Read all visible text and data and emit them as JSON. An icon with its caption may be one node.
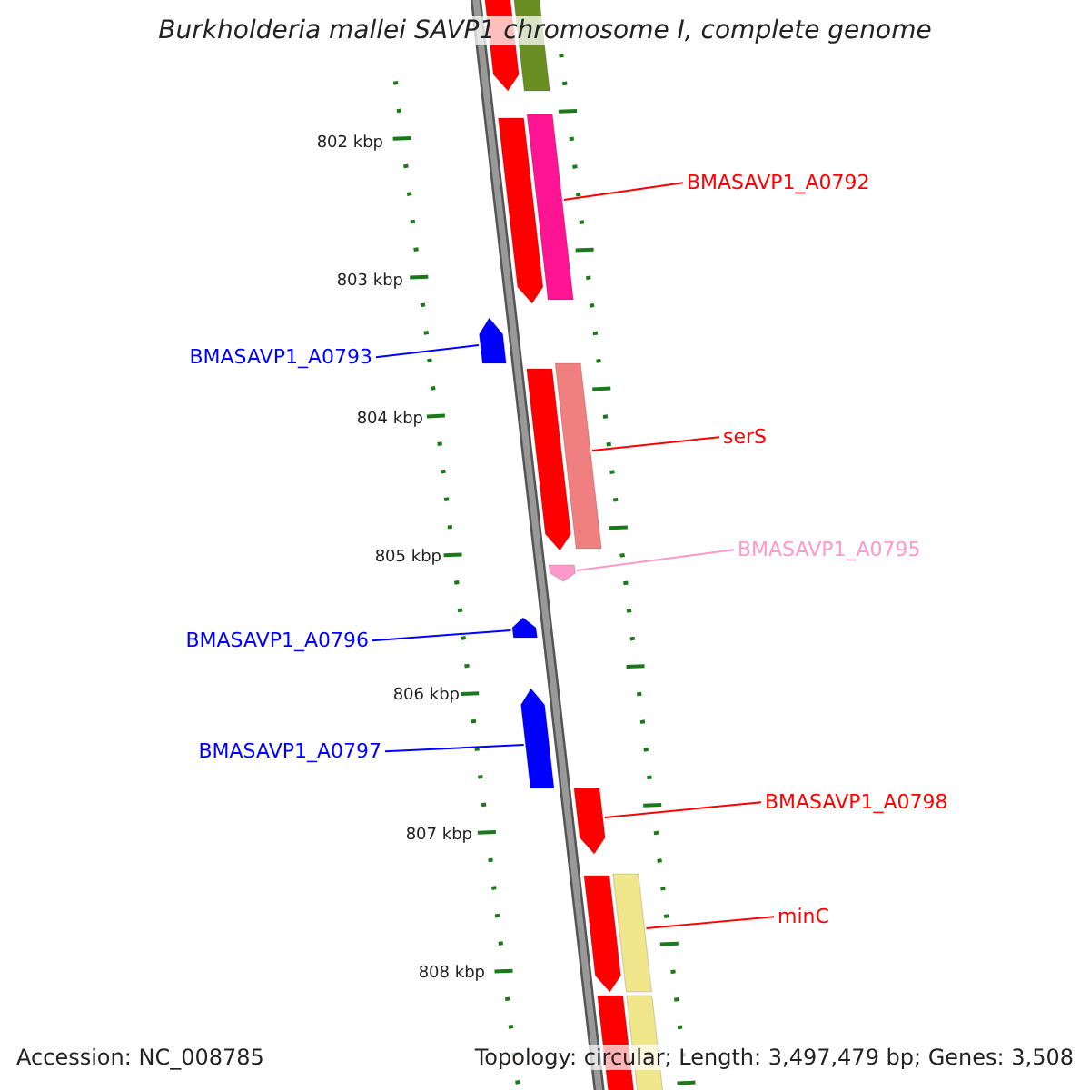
{
  "diagram": {
    "title": "Burkholderia mallei SAVP1 chromosome I, complete genome",
    "nodes": [
      {
        "text": [
          "BMASAVP1_A0792"
        ]
      },
      {
        "text": [],
        "shape": "bar"
      },
      {
        "text": [
          "BMASAVP1_A0793"
        ]
      },
      {
        "text": [],
        "shape": "bar"
      },
      {
        "text": [
          "serS"
        ]
      },
      {
        "text": [],
        "shape": "bar"
      },
      {
        "text": [
          "BMASAVP1_A0795"
        ]
      },
      {
        "text": [],
        "shape": "bar"
      },
      {
        "text": [
          "BMASAVP1_A0796"
        ]
      },
      {
        "text": [],
        "shape": "bar"
      },
      {
        "text": [
          "BMASAVP1_A0797"
        ]
      },
      {
        "text": [],
        "shape": "bar"
      },
      {
        "text": [
          "BMASAVP1_A0798"
        ]
      },
      {
        "text": [],
        "shape": "bar"
      },
      {
        "text": [
          "minC"
        ]
      },
      {
        "text": [],
        "shape": "bar"
      },
      {
        "text": [],
        "shape": "bar"
      },
      {
        "text": [],
        "shape": "bar"
      },
      {
        "text": [],
        "shape": "bar"
      },
      {
        "text": [],
        "shape": "bar"
      },
      {
        "text": [],
        "shape": "bar"
      },
      {
        "text": [],
        "shape": "bar"
      },
      {
        "text": [],
        "shape": "bar"
      }
    ],
    "edges": [
      {
        "from": 0,
        "to": 1,
        "arrow": "none"
      },
      {
        "from": 2,
        "to": 3,
        "arrow": "none",
        "color": "#0000ff"
      },
      {
        "from": 4,
        "to": 5,
        "arrow": "none"
      },
      {
        "from": 6,
        "to": 7,
        "arrow": "none",
        "color": "#ff99cc"
      },
      {
        "from": 8,
        "to": 9,
        "arrow": "none",
        "color": "#0000ff"
      },
      {
        "from": 10,
        "to": 11,
        "arrow": "none",
        "color": "#0000ff"
      },
      {
        "from": 12,
        "to": 13,
        "arrow": "none"
      },
      {
        "from": 14,
        "to": 15,
        "arrow": "none"
      }
    ],
    "labels": [
      "802 kbp",
      "803 kbp",
      "804 kbp",
      "805 kbp",
      "806 kbp",
      "807 kbp",
      "808 kbp",
      "Accession: NC_008785",
      "Topology: circular; Length: 3,497,479 bp; Genes: 3,508"
    ]
  }
}
